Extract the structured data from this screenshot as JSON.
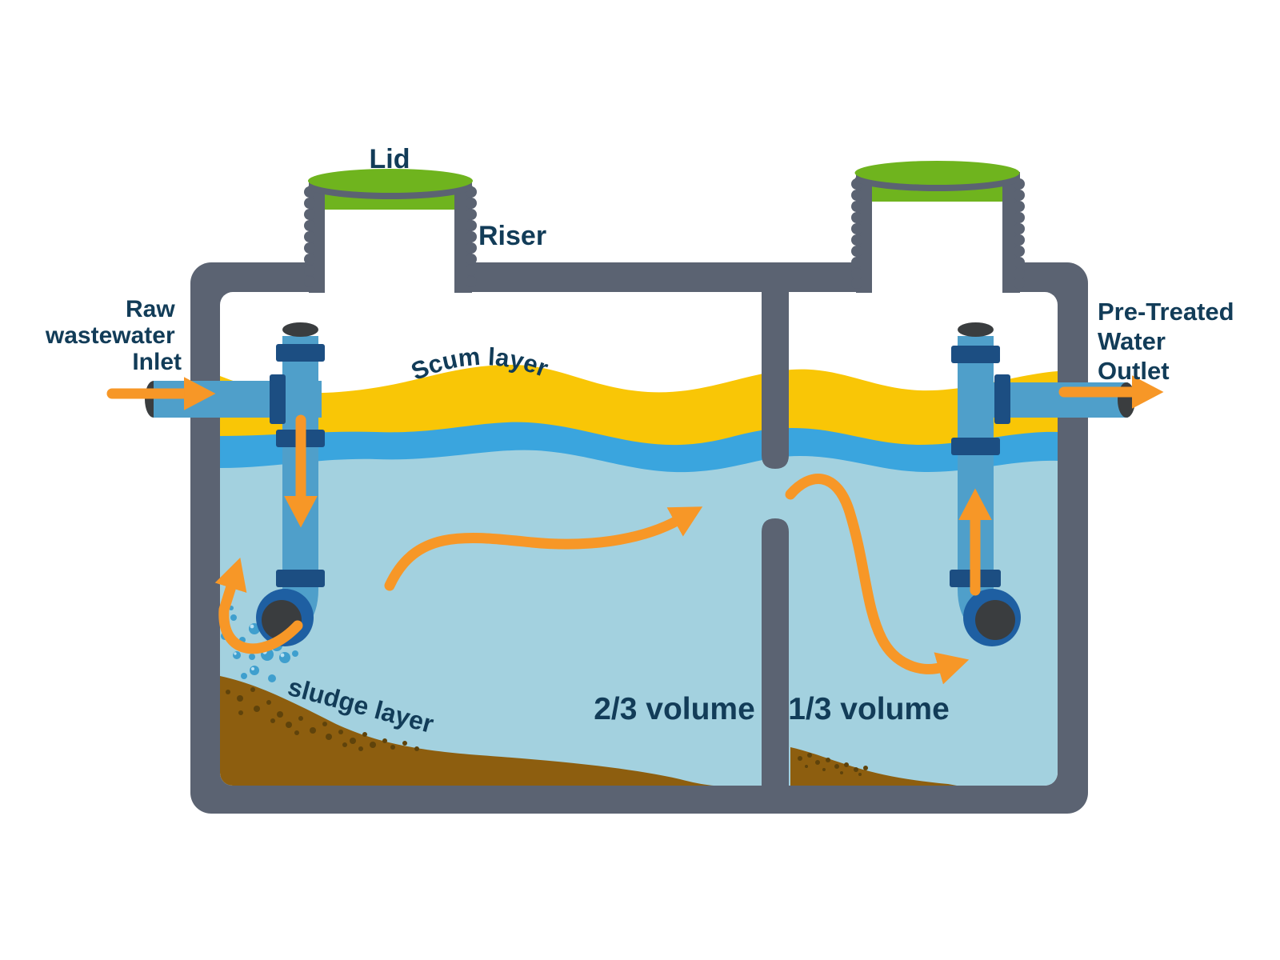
{
  "diagram": {
    "type": "septic-tank-cross-section",
    "labels": {
      "lid": "Lid",
      "riser": "Riser",
      "inlet_line1": "Raw",
      "inlet_line2": "wastewater",
      "inlet_line3": "Inlet",
      "outlet_line1": "Pre-Treated",
      "outlet_line2": "Water",
      "outlet_line3": "Outlet",
      "scum_layer": "Scum layer",
      "sludge_layer": "sludge layer",
      "chamber1_volume": "2/3 volume",
      "chamber2_volume": "1/3 volume"
    },
    "palette": {
      "tank-gray": "#5b6372",
      "label-navy": "#123c58",
      "scum-yellow": "#f9c606",
      "wave-blue": "#3aa5de",
      "water-blue": "#a3d1df",
      "pipe-blue": "#4f9fca",
      "pipe-dark-blue": "#1c4e82",
      "ring-blue": "#1e5fa2",
      "arrow-orange": "#f79727",
      "lid-green": "#6fb41e",
      "sludge-brown": "#8d5e0f",
      "speckle-brown": "#5f430b",
      "cap-dark": "#3a3d3f",
      "bubble-blue": "#3f9fce",
      "bubble-highlight": "#b8e0f2",
      "background": "#ffffff"
    }
  }
}
